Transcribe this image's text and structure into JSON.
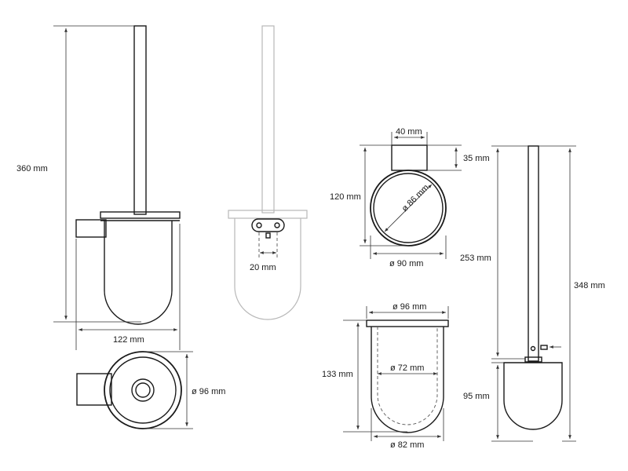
{
  "dimensions": {
    "total_height_holder": "360 mm",
    "holder_width": "122 mm",
    "bowl_diameter_top": "ø 96 mm",
    "bracket_hole_spacing": "20 mm",
    "wall_plate_width": "40 mm",
    "wall_plate_depth": "35 mm",
    "wall_plate_height": "120 mm",
    "ring_inner_diameter": "ø 86 mm",
    "ring_outer_diameter": "ø 90 mm",
    "glass_top_diameter": "ø 96 mm",
    "glass_inner_diameter": "ø 72 mm",
    "glass_height": "133 mm",
    "glass_bottom_diameter": "ø 82 mm",
    "brush_handle_length": "253 mm",
    "brush_total_length": "348 mm",
    "brush_head_height": "95 mm"
  }
}
